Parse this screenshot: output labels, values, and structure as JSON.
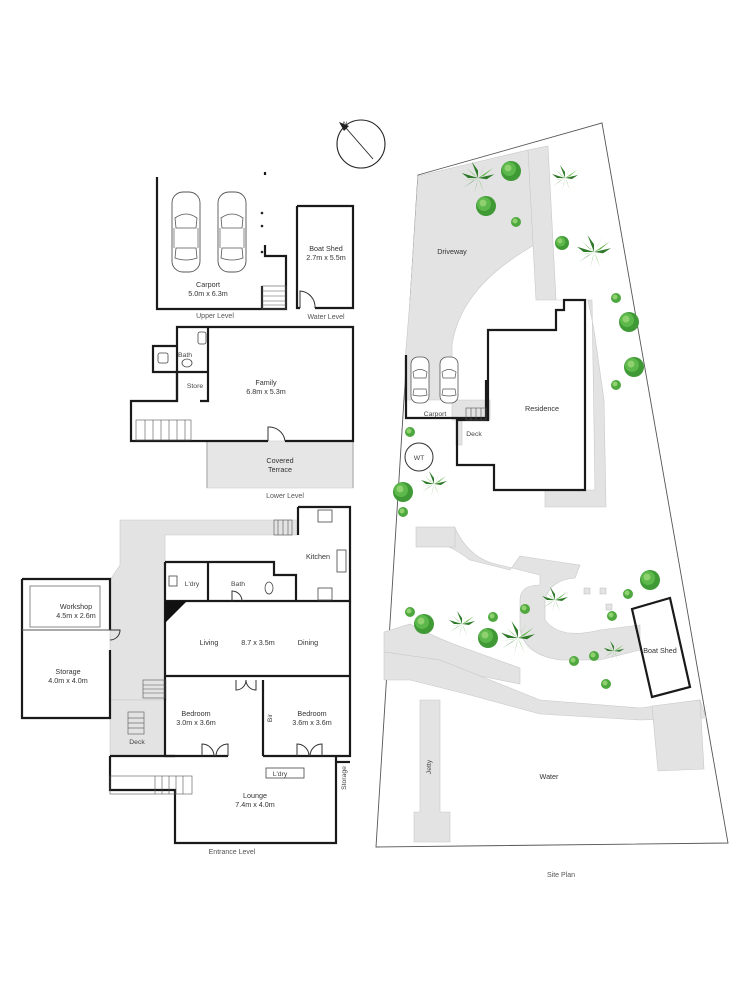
{
  "plans": {
    "upper_level": {
      "title": "Upper Level",
      "carport_name": "Carport",
      "carport_size": "5.0m x 6.3m"
    },
    "water_level": {
      "title": "Water Level",
      "boat_shed_name": "Boat Shed",
      "boat_shed_size": "2.7m x 5.5m"
    },
    "lower_level": {
      "title": "Lower Level",
      "family_name": "Family",
      "family_size": "6.8m x 5.3m",
      "bath": "Bath",
      "store": "Store",
      "terrace_line1": "Covered",
      "terrace_line2": "Terrace"
    },
    "entrance_level": {
      "title": "Entrance Level",
      "kitchen": "Kitchen",
      "laundry": "L'dry",
      "bath": "Bath",
      "living": "Living",
      "living_size": "8.7 x 3.5m",
      "dining": "Dining",
      "workshop_name": "Workshop",
      "workshop_size": "4.5m x 2.6m",
      "storage_name": "Storage",
      "storage_size": "4.0m x 4.0m",
      "bedroom1_name": "Bedroom",
      "bedroom1_size": "3.0m x 3.6m",
      "bedroom2_name": "Bedroom",
      "bedroom2_size": "3.6m x 3.6m",
      "bir": "Bir",
      "deck": "Deck",
      "lounge_laundry": "L'dry",
      "storage_small": "Storage",
      "lounge_name": "Lounge",
      "lounge_size": "7.4m x 4.0m"
    },
    "site_plan": {
      "title": "Site Plan",
      "driveway": "Driveway",
      "residence": "Residence",
      "carport": "Carport",
      "deck": "Deck",
      "wt": "WT",
      "boat_shed": "Boat Shed",
      "jetty": "Jetty",
      "water": "Water"
    }
  },
  "icons": {
    "compass": "compass-icon",
    "car": "car-icon",
    "tree": "tree-icon"
  },
  "colors": {
    "wall": "#1a1a1a",
    "paving": "#e3e3e3",
    "foliage_dark": "#2e7d32",
    "foliage_light": "#66bb3a"
  }
}
